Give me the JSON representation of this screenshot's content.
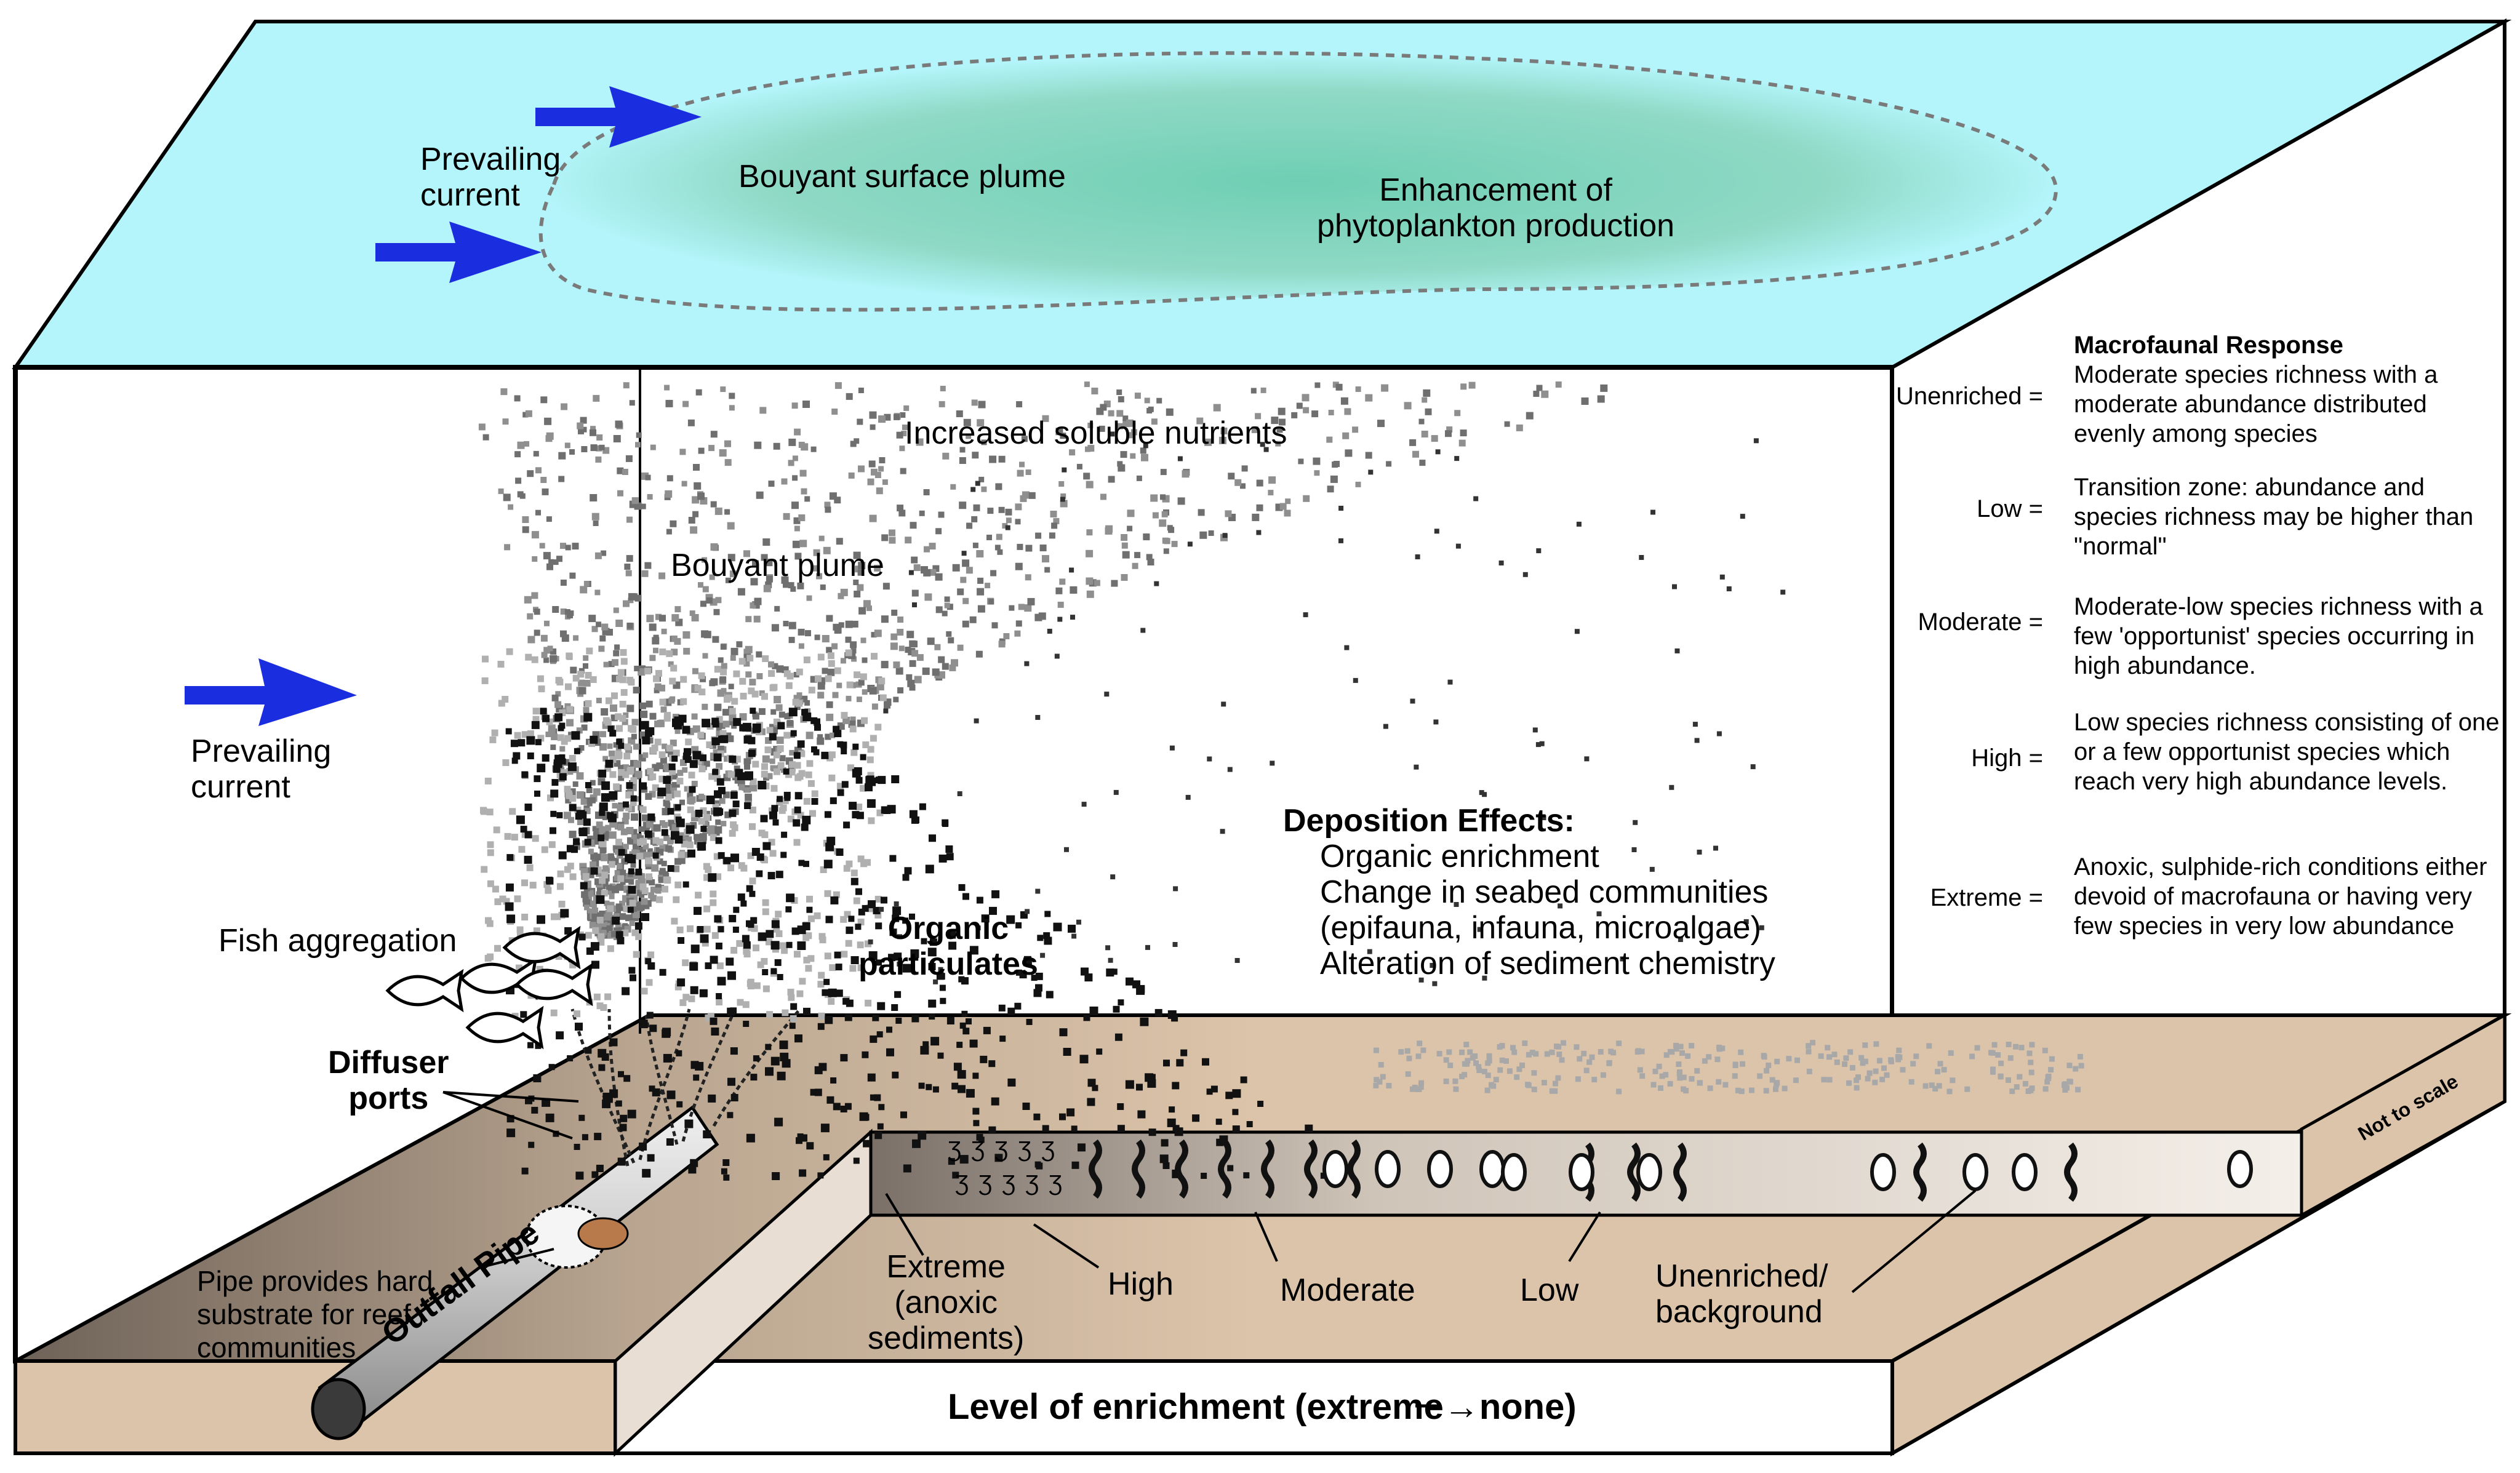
{
  "surface": {
    "plume_label": "Bouyant surface plume",
    "phyto_line1": "Enhancement of",
    "phyto_line2": "phytoplankton production",
    "current_line1": "Prevailing",
    "current_line2": "current"
  },
  "water": {
    "nutrients_label": "Increased soluble nutrients",
    "plume_label": "Bouyant plume",
    "current_line1": "Prevailing",
    "current_line2": "current",
    "fish_label": "Fish aggregation",
    "particulates_line1": "Organic",
    "particulates_line2": "particulates",
    "diffuser_line1": "Diffuser",
    "diffuser_line2": "ports"
  },
  "deposition": {
    "title": "Deposition Effects:",
    "items": [
      "Organic enrichment",
      "Change in seabed communities",
      "(epifauna, infauna, microalgae)",
      "Alteration of sediment chemistry"
    ]
  },
  "legend": {
    "title": "Macrofaunal Response",
    "rows": [
      {
        "key": "Unenriched =",
        "desc": "Moderate species richness with a moderate abundance distributed evenly among species"
      },
      {
        "key": "Low =",
        "desc": "Transition zone: abundance and species richness may be higher than \"normal\""
      },
      {
        "key": "Moderate =",
        "desc": "Moderate-low species richness with a few 'opportunist' species occurring in high abundance."
      },
      {
        "key": "High =",
        "desc": "Low species richness consisting of one or a few opportunist species which reach very high abundance levels."
      },
      {
        "key": "Extreme =",
        "desc": "Anoxic, sulphide-rich conditions either devoid of macrofauna or having very few species in very low abundance"
      }
    ]
  },
  "seabed": {
    "pipe_label": "Outfall Pipe",
    "pipe_note_line1": "Pipe provides hard",
    "pipe_note_line2": "substrate for reef",
    "pipe_note_line3": "communities",
    "not_to_scale": "Not to scale",
    "zones": {
      "extreme_line1": "Extreme",
      "extreme_line2": "(anoxic",
      "extreme_line3": "sediments)",
      "high": "High",
      "moderate": "Moderate",
      "low": "Low",
      "unenriched_line1": "Unenriched/",
      "unenriched_line2": "background"
    },
    "enrichment_axis": "Level of enrichment (extreme→none)"
  },
  "colors": {
    "sea_surface": "#b3f5fa",
    "plume": "#8fd6c2",
    "sediment": "#dcc4aa",
    "arrow": "#1a2ee0",
    "pipe": "#d0d0d0"
  }
}
